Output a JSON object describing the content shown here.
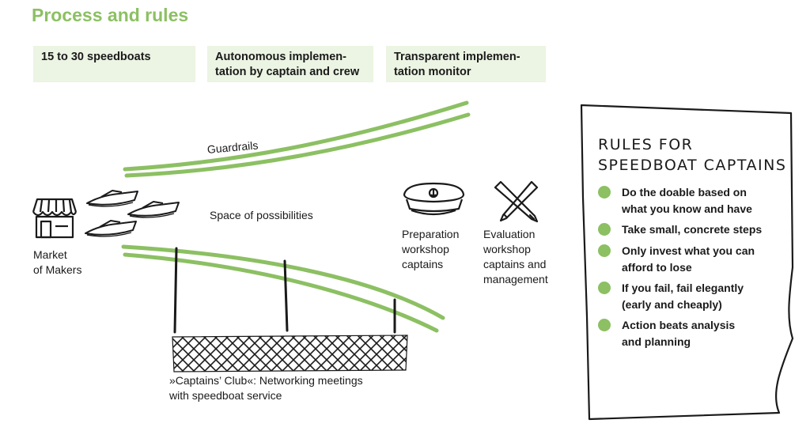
{
  "title": "Process and rules",
  "header_boxes": [
    {
      "line1": "15 to 30 speedboats",
      "line2": ""
    },
    {
      "line1": "Autonomous implemen-",
      "line2": "tation by captain and crew"
    },
    {
      "line1": "Transparent implemen-",
      "line2": "tation monitor"
    }
  ],
  "guardrails_label": "Guardrails",
  "space_label": "Space of possibilities",
  "market": {
    "line1": "Market",
    "line2": "of Makers"
  },
  "preparation": {
    "line1": "Preparation",
    "line2": "workshop",
    "line3": "captains"
  },
  "evaluation": {
    "line1": "Evaluation",
    "line2": "workshop",
    "line3": "captains and",
    "line4": "management"
  },
  "club": {
    "line1": "»Captains’ Club«: Networking meetings",
    "line2": "with speedboat service"
  },
  "rules": {
    "heading1": "RULES FOR",
    "heading2": "SPEEDBOAT CAPTAINS",
    "items": [
      {
        "line1": "Do the doable based on",
        "line2": "what you know and have"
      },
      {
        "line1": "Take small, concrete steps",
        "line2": ""
      },
      {
        "line1": "Only invest what you can",
        "line2": "afford to lose"
      },
      {
        "line1": "If you fail, fail elegantly",
        "line2": "(early and cheaply)"
      },
      {
        "line1": "Action beats analysis",
        "line2": "and planning"
      }
    ]
  },
  "icons": [
    "market-stall-icon",
    "speedboat-icon",
    "captain-hat-icon",
    "pencil-cross-icon"
  ],
  "colors": {
    "accent": "#8cc063",
    "box_bg": "#ecf4e3",
    "text": "#1a1a1a"
  }
}
